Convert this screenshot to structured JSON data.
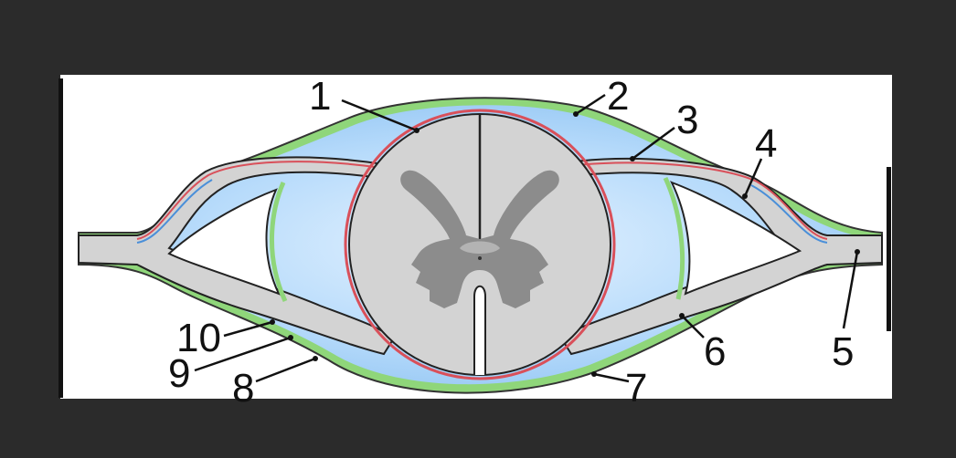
{
  "labels": [
    {
      "id": "1",
      "text": "1"
    },
    {
      "id": "2",
      "text": "2"
    },
    {
      "id": "3",
      "text": "3"
    },
    {
      "id": "4",
      "text": "4"
    },
    {
      "id": "5",
      "text": "5"
    },
    {
      "id": "6",
      "text": "6"
    },
    {
      "id": "7",
      "text": "7"
    },
    {
      "id": "8",
      "text": "8"
    },
    {
      "id": "9",
      "text": "9"
    },
    {
      "id": "10",
      "text": "10"
    }
  ],
  "colors": {
    "background": "#2b2b2b",
    "panel": "#ffffff",
    "outer_membrane": "#8fd67a",
    "csf_space": "#a9d3f7",
    "nerve_tissue": "#d3d3d3",
    "grey_matter": "#8c8c8c",
    "pia_line": "#d9505a",
    "arachnoid_line": "#4a8fd9",
    "outline": "#222222"
  }
}
